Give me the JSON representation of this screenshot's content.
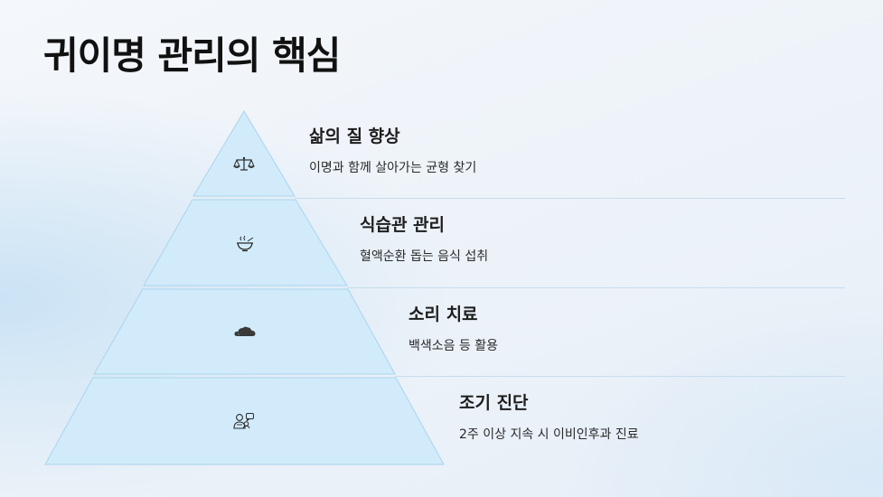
{
  "title": "귀이명 관리의 핵심",
  "colors": {
    "tier_fill": "#d2ebfb",
    "tier_stroke": "#a9d4ee",
    "divider": "#c6dcec",
    "text_dark": "#1b1b1b"
  },
  "tiers": [
    {
      "heading": "삶의 질 향상",
      "description": "이명과 함께 살아가는 균형 찾기",
      "icon": "balance-scale-icon"
    },
    {
      "heading": "식습관 관리",
      "description": "혈액순환 돕는 음식 섭취",
      "icon": "food-bowl-icon"
    },
    {
      "heading": "소리 치료",
      "description": "백색소음 등 활용",
      "icon": "cloud-icon"
    },
    {
      "heading": "조기 진단",
      "description": "2주 이상 지속 시 이비인후과 진료",
      "icon": "doctor-consultation-icon"
    }
  ]
}
